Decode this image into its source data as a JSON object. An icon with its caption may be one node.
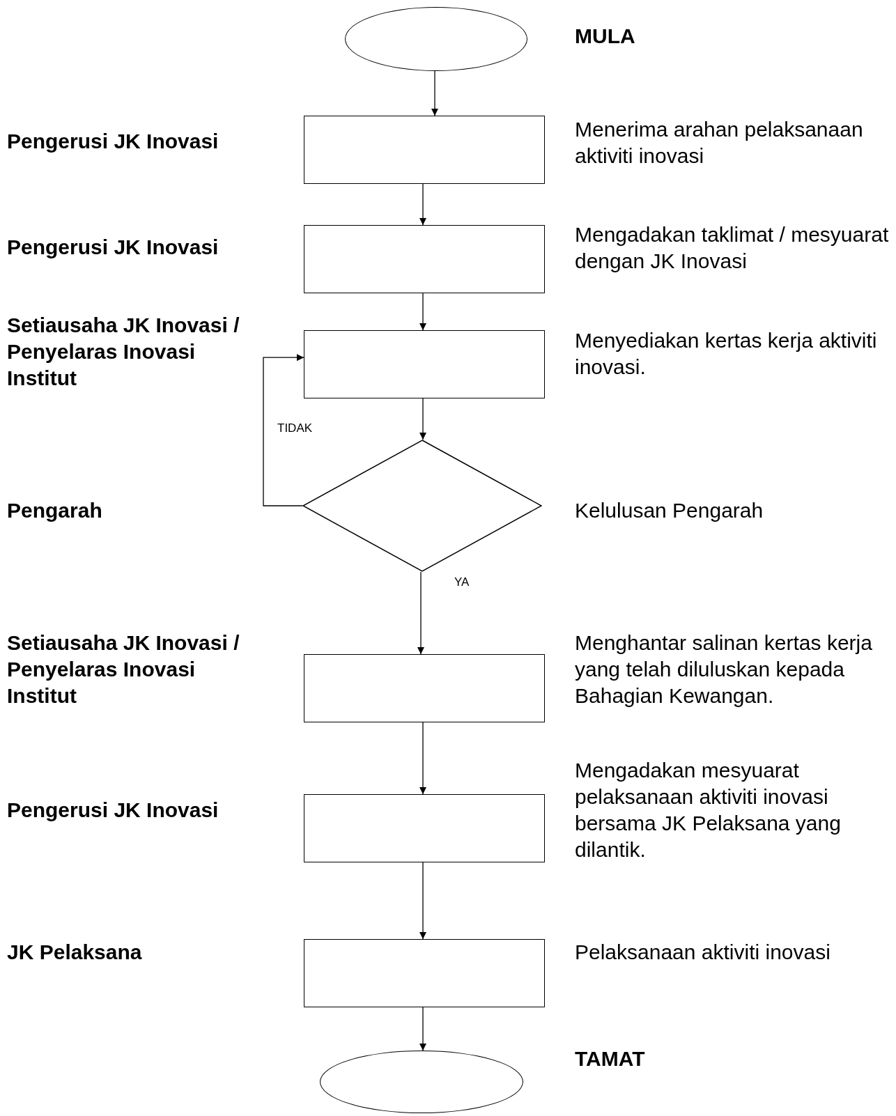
{
  "diagram": {
    "nodes": [
      {
        "text": [],
        "shape": "ellipse",
        "beside": [
          "MULA"
        ]
      },
      {
        "text": [],
        "shape": "box",
        "beside": [
          "Menerima arahan pelaksanaan aktiviti inovasi"
        ]
      },
      {
        "text": [],
        "shape": "box",
        "beside": [
          "Mengadakan taklimat / mesyuarat dengan JK Inovasi"
        ]
      },
      {
        "text": [],
        "shape": "box",
        "beside": [
          "Menyediakan kertas kerja aktiviti inovasi."
        ]
      },
      {
        "text": [],
        "shape": "diamond",
        "beside": [
          "Kelulusan Pengarah"
        ]
      },
      {
        "text": [],
        "shape": "box",
        "beside": [
          "Menghantar salinan kertas kerja yang telah diluluskan kepada Bahagian Kewangan."
        ]
      },
      {
        "text": [],
        "shape": "box",
        "beside": [
          "Mengadakan mesyuarat pelaksanaan aktiviti inovasi bersama JK Pelaksana yang dilantik."
        ]
      },
      {
        "text": [],
        "shape": "box",
        "beside": [
          "Pelaksanaan aktiviti inovasi"
        ]
      },
      {
        "text": [],
        "shape": "ellipse",
        "beside": [
          "TAMAT"
        ]
      }
    ],
    "edges": [
      {
        "from": 0,
        "to": 1,
        "arrow": "to"
      },
      {
        "from": 1,
        "to": 2,
        "arrow": "to"
      },
      {
        "from": 2,
        "to": 3,
        "arrow": "to"
      },
      {
        "from": 3,
        "to": 4,
        "arrow": "to"
      },
      {
        "from": 4,
        "to": 3,
        "arrow": "to",
        "label": "TIDAK"
      },
      {
        "from": 4,
        "to": 5,
        "arrow": "to",
        "label": "YA"
      },
      {
        "from": 5,
        "to": 6,
        "arrow": "to"
      },
      {
        "from": 6,
        "to": 7,
        "arrow": "to"
      },
      {
        "from": 7,
        "to": 8,
        "arrow": "to"
      }
    ],
    "labels": [
      "Pengerusi JK Inovasi",
      "Pengerusi JK Inovasi",
      "Setiausaha JK Inovasi / Penyelaras Inovasi Institut",
      "Pengarah",
      "Setiausaha JK Inovasi / Penyelaras Inovasi Institut",
      "Pengerusi JK Inovasi",
      "JK Pelaksana"
    ]
  }
}
